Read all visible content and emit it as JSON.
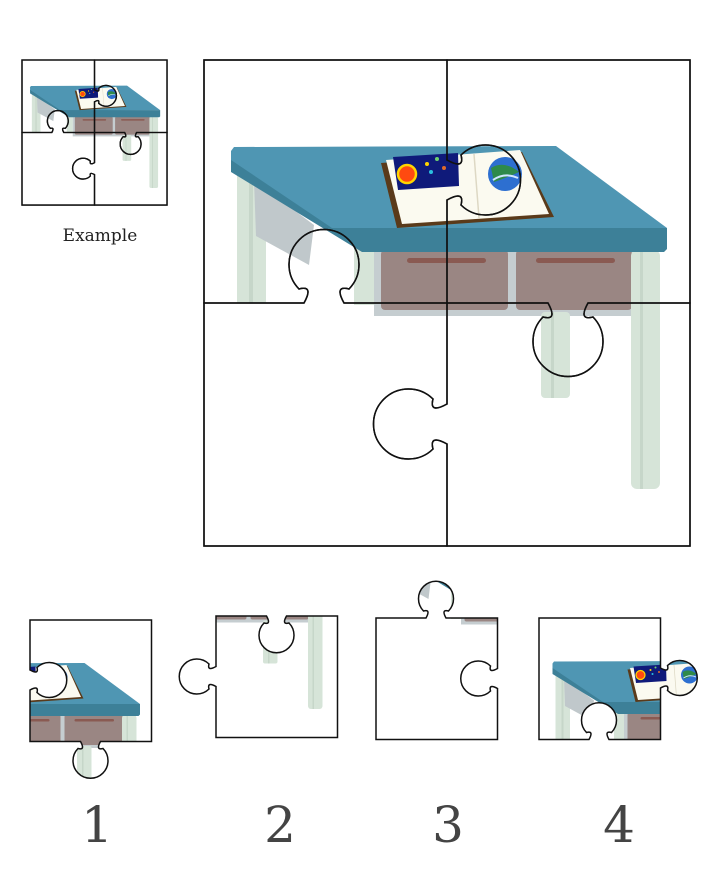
{
  "example": {
    "label": "Example"
  },
  "options": [
    {
      "number": "1"
    },
    {
      "number": "2"
    },
    {
      "number": "3"
    },
    {
      "number": "4"
    }
  ],
  "colors": {
    "desk_top": "#4f96b3",
    "desk_edge": "#3d8098",
    "drawer": "#9a8683",
    "leg": "#d6e4d8",
    "outline": "#111111"
  }
}
